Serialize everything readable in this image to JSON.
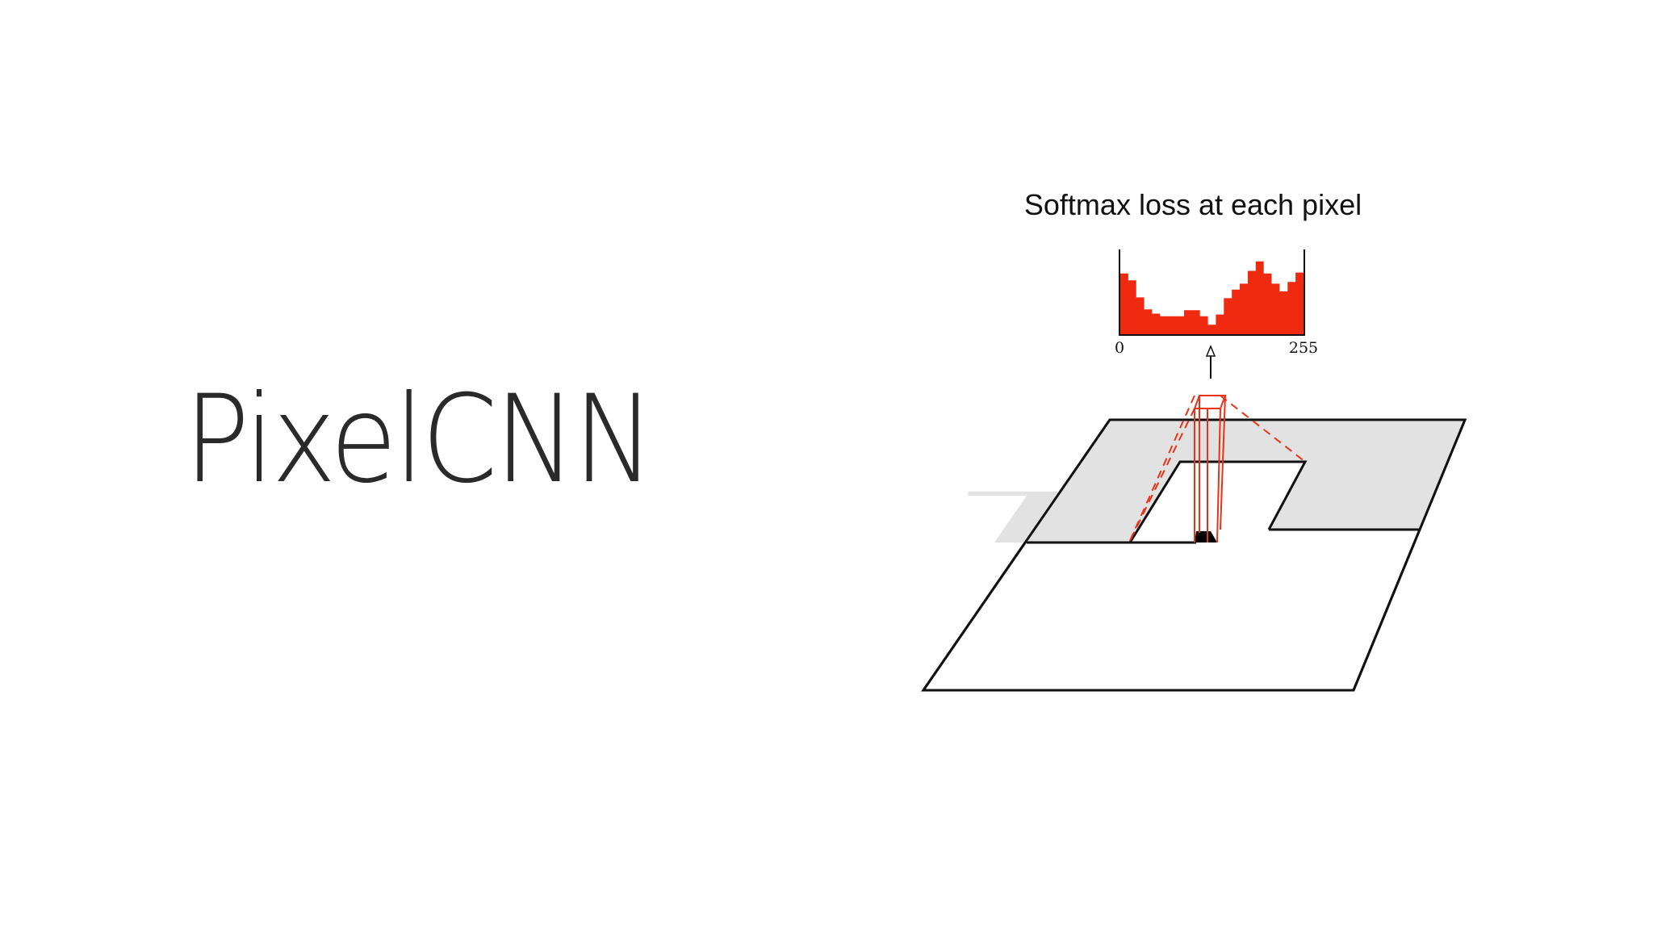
{
  "slide": {
    "title": "PixelCNN"
  },
  "diagram": {
    "caption": "Softmax loss at each pixel",
    "histogram": {
      "x_min_label": "0",
      "x_max_label": "255",
      "bar_color": "#f02a10",
      "bars": [
        0.72,
        0.64,
        0.44,
        0.3,
        0.25,
        0.22,
        0.22,
        0.22,
        0.29,
        0.29,
        0.22,
        0.12,
        0.24,
        0.43,
        0.53,
        0.6,
        0.75,
        0.86,
        0.72,
        0.6,
        0.51,
        0.62,
        0.73
      ]
    },
    "colors": {
      "gray_region": "#e2e2e2",
      "outline": "#111111",
      "receptive_field": "#e8321a",
      "current_pixel": "#000000"
    }
  }
}
